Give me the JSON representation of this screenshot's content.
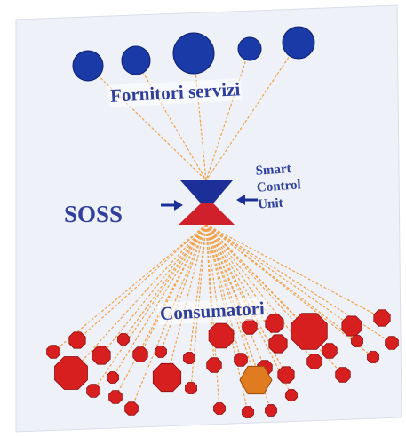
{
  "labels": {
    "providers": "Fornitori servizi",
    "soss": "SOSS",
    "smart_line1": "Smart",
    "smart_line2": "Control",
    "smart_line3": "Unit",
    "consumers": "Consumatori"
  },
  "colors": {
    "provider_node": "#1a3aa8",
    "consumer_node": "#d71f1f",
    "special_node": "#e07b1f",
    "link_line": "#f2a24a",
    "label_text": "#2f3f9a",
    "unit_top": "#1c2f99",
    "unit_bottom": "#d0202b",
    "panel_bg": "#eef2f8"
  },
  "icons": {
    "providers": "blue-circle-node",
    "consumers": "red-octagon-node",
    "special_consumer": "orange-hexagon-node",
    "unit": "hourglass-icon",
    "pointer": "arrow-icon"
  }
}
